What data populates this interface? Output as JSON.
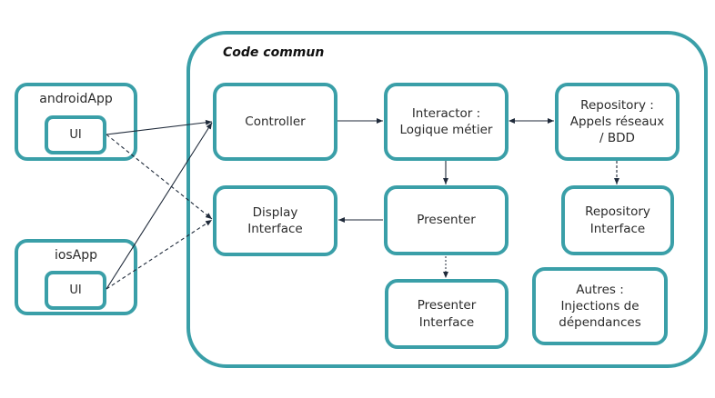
{
  "colors": {
    "border": "#3a9fa8",
    "arrow": "#1f2a3a",
    "text": "#2a2a2a"
  },
  "container": {
    "title": "Code commun"
  },
  "apps": [
    {
      "id": "android",
      "title": "androidApp",
      "ui_label": "UI"
    },
    {
      "id": "ios",
      "title": "iosApp",
      "ui_label": "UI"
    }
  ],
  "boxes": {
    "controller": "Controller",
    "interactor": "Interactor :\nLogique métier",
    "repository": "Repository :\nAppels réseaux\n/ BDD",
    "display_interface": "Display\nInterface",
    "presenter": "Presenter",
    "repository_interface": "Repository\nInterface",
    "presenter_interface": "Presenter\nInterface",
    "autres": "Autres :\nInjections de\ndépendances"
  },
  "edges": [
    {
      "from": "android-ui",
      "to": "controller",
      "style": "solid",
      "direction": "forward"
    },
    {
      "from": "android-ui",
      "to": "display_interface",
      "style": "dashed",
      "direction": "forward"
    },
    {
      "from": "ios-ui",
      "to": "controller",
      "style": "solid",
      "direction": "forward"
    },
    {
      "from": "ios-ui",
      "to": "display_interface",
      "style": "dashed",
      "direction": "forward"
    },
    {
      "from": "controller",
      "to": "interactor",
      "style": "solid",
      "direction": "forward"
    },
    {
      "from": "interactor",
      "to": "repository",
      "style": "solid",
      "direction": "both"
    },
    {
      "from": "interactor",
      "to": "presenter",
      "style": "solid",
      "direction": "forward"
    },
    {
      "from": "presenter",
      "to": "display_interface",
      "style": "solid",
      "direction": "forward"
    },
    {
      "from": "presenter",
      "to": "presenter_interface",
      "style": "dotted",
      "direction": "forward"
    },
    {
      "from": "repository",
      "to": "repository_interface",
      "style": "dashed",
      "direction": "forward"
    }
  ]
}
